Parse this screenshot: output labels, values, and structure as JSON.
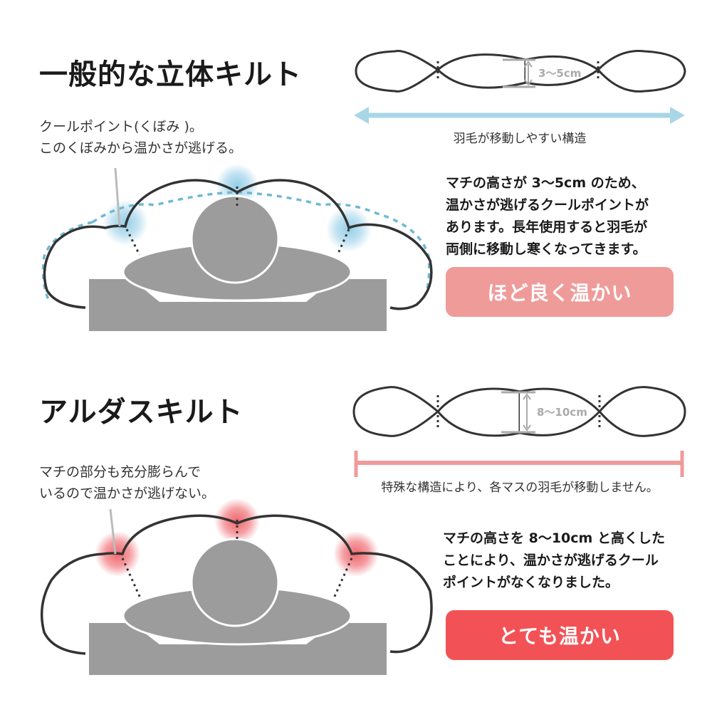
{
  "colors": {
    "blue": "#6fb9d3",
    "blue_glow": "#8fcbe6",
    "pink_light": "#ef9b9a",
    "red": "#f25255",
    "red_glow": "#ee5f66",
    "gray_fill": "#9c9c9c",
    "outline": "#333333",
    "dim_gray": "#aaaaaa"
  },
  "standard": {
    "title": "一般的な立体キルト",
    "note_lines": [
      "クールポイント(くぼみ )。",
      "このくぼみから温かさが逃げる。"
    ],
    "gap_label": "3〜5cm",
    "arrow_caption": "羽毛が移動しやすい構造",
    "desc_lines": [
      "マチの高さが 3〜5cm のため、",
      "温かさが逃げるクールポイントが",
      "あります。長年使用すると羽毛が",
      "両側に移動し寒くなってきます。"
    ],
    "badge": "ほど良く温かい"
  },
  "aruda": {
    "title": "アルダスキルト",
    "note_lines": [
      "マチの部分も充分膨らんで",
      "いるので温かさが逃げない。"
    ],
    "gap_label": "8〜10cm",
    "bar_caption": "特殊な構造により、各マスの羽毛が移動しません。",
    "desc_lines": [
      "マチの高さを 8〜10cm と高くした",
      "ことにより、温かさが逃げるクール",
      "ポイントがなくなりました。"
    ],
    "badge": "とても温かい"
  }
}
